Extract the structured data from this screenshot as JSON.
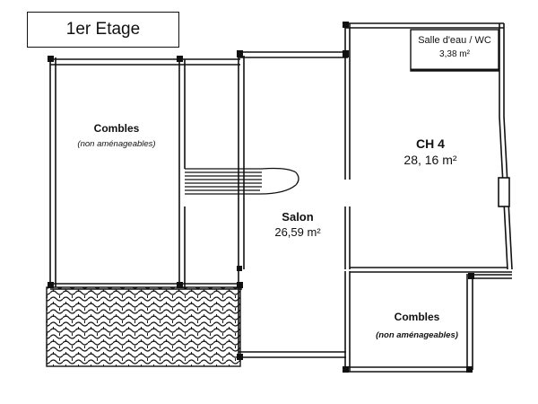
{
  "floor_title": "1er Etage",
  "rooms": {
    "combles_left": {
      "name": "Combles",
      "note": "(non aménageables)"
    },
    "salon": {
      "name": "Salon",
      "area": "26,59 m²"
    },
    "ch4": {
      "name": "CH 4",
      "area": "28, 16 m²"
    },
    "salle_eau": {
      "name": "Salle d'eau / WC",
      "area": "3,38 m²"
    },
    "combles_right": {
      "name": "Combles",
      "note": "(non aménageables)"
    }
  },
  "colors": {
    "wall": "#111111",
    "background": "#ffffff",
    "tile": "#1a1a1a"
  }
}
